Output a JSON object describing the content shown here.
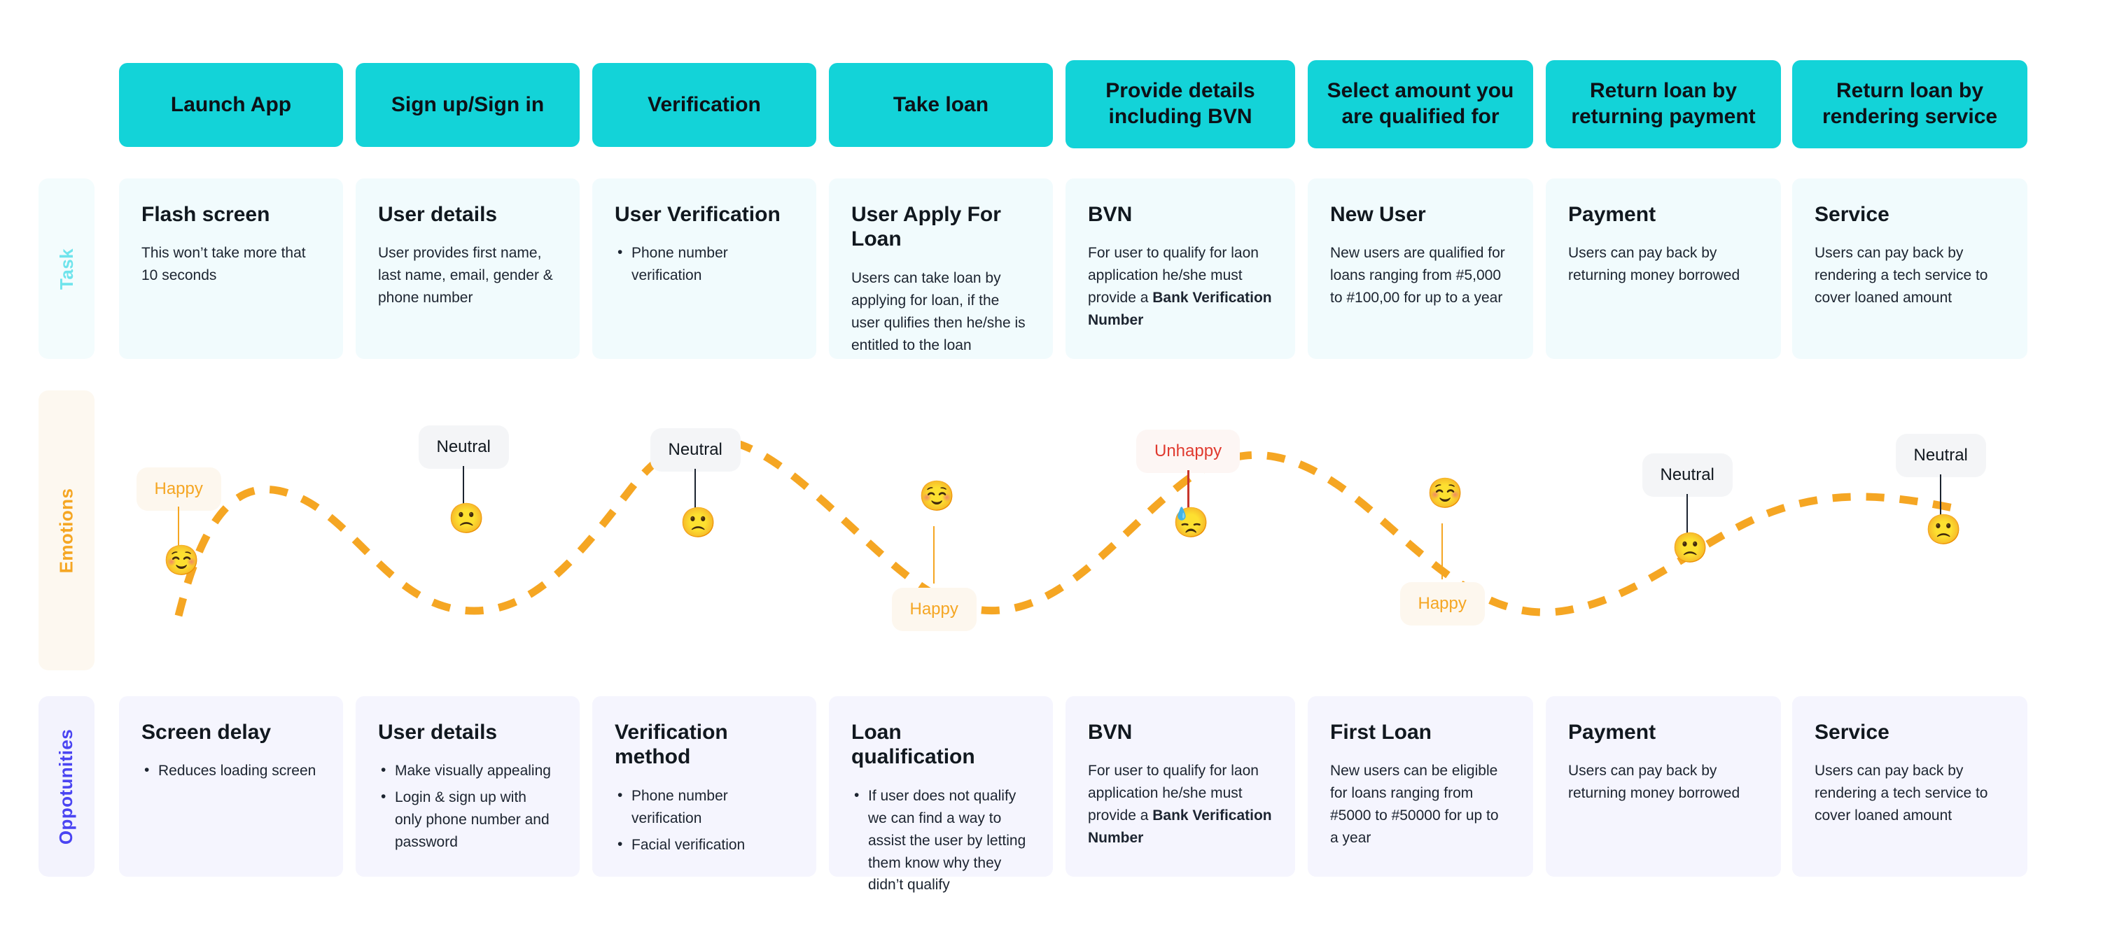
{
  "rails": {
    "task": "Task",
    "emotions": "Emotions",
    "opportunities": "Oppotunities"
  },
  "colors": {
    "stage_teal": "#13D3D8",
    "task_card_bg": "#F1FBFD",
    "opp_card_bg": "#F5F5FE",
    "emotion_curve": "#F5A623",
    "unhappy_red": "#E03A2F",
    "opp_rail_text": "#4A44F2",
    "task_rail_text": "#6FE4EC"
  },
  "stages": [
    {
      "label": "Launch App"
    },
    {
      "label": "Sign up/Sign in"
    },
    {
      "label": "Verification"
    },
    {
      "label": "Take loan"
    },
    {
      "label": "Provide details including BVN"
    },
    {
      "label": "Select amount you are qualified for"
    },
    {
      "label": "Return loan by returning payment"
    },
    {
      "label": "Return loan by rendering service"
    }
  ],
  "tasks": [
    {
      "title": "Flash screen",
      "body": "This won’t take more that 10 seconds",
      "bullets": []
    },
    {
      "title": "User details",
      "body": "User provides first name, last name, email, gender & phone number",
      "bullets": []
    },
    {
      "title": "User Verification",
      "body": "",
      "bullets": [
        "Phone number verification"
      ]
    },
    {
      "title": "User Apply For Loan",
      "body": "Users can take loan by applying for loan, if the user qulifies then he/she is entitled to the loan",
      "bullets": []
    },
    {
      "title": "BVN",
      "body_pre": "For user to qualify for laon application he/she must provide a ",
      "body_bold": "Bank Verification Number",
      "body": "",
      "bullets": []
    },
    {
      "title": "New User",
      "body": "New users are qualified for loans ranging from #5,000 to #100,00 for up to a year",
      "bullets": []
    },
    {
      "title": "Payment",
      "body": "Users can pay back by returning money borrowed",
      "bullets": []
    },
    {
      "title": "Service",
      "body": "Users can pay back by rendering a tech service to cover loaned amount",
      "bullets": []
    }
  ],
  "opportunities": [
    {
      "title": "Screen delay",
      "body": "",
      "bullets": [
        "Reduces loading screen"
      ]
    },
    {
      "title": "User details",
      "body": "",
      "bullets": [
        "Make visually appealing",
        "Login & sign up with only phone number and password"
      ]
    },
    {
      "title": "Verification method",
      "body": "",
      "bullets": [
        "Phone number verification",
        "Facial verification"
      ]
    },
    {
      "title": "Loan qualification",
      "body": "",
      "bullets": [
        "If user does not qualify we can find a way to assist the user by letting them know why they didn’t qualify"
      ]
    },
    {
      "title": "BVN",
      "body_pre": "For user to qualify for laon application he/she must provide a ",
      "body_bold": "Bank Verification Number",
      "body": "",
      "bullets": []
    },
    {
      "title": "First Loan",
      "body": "New users can be eligible for loans ranging from #5000 to #50000 for up to a year",
      "bullets": []
    },
    {
      "title": "Payment",
      "body": "Users can pay back by returning money borrowed",
      "bullets": []
    },
    {
      "title": "Service",
      "body": "Users can pay back by rendering a tech service to cover loaned amount",
      "bullets": []
    }
  ],
  "emotions": [
    {
      "stage": "Launch App",
      "label": "Happy",
      "mood": "happy",
      "emoji": "☺️",
      "label_position": "above"
    },
    {
      "stage": "Sign up/Sign in",
      "label": "Neutral",
      "mood": "neutral",
      "emoji": "🙁",
      "label_position": "above"
    },
    {
      "stage": "Verification",
      "label": "Neutral",
      "mood": "neutral",
      "emoji": "🙁",
      "label_position": "above"
    },
    {
      "stage": "Take loan",
      "label": "Happy",
      "mood": "happy",
      "emoji": "☺️",
      "label_position": "below"
    },
    {
      "stage": "Provide details including BVN",
      "label": "Unhappy",
      "mood": "unhappy",
      "emoji": "😓",
      "label_position": "above"
    },
    {
      "stage": "Select amount you are qualified for",
      "label": "Happy",
      "mood": "happy",
      "emoji": "☺️",
      "label_position": "below"
    },
    {
      "stage": "Return loan by returning payment",
      "label": "Neutral",
      "mood": "neutral",
      "emoji": "🙁",
      "label_position": "above"
    },
    {
      "stage": "Return loan by rendering service",
      "label": "Neutral",
      "mood": "neutral",
      "emoji": "🙁",
      "label_position": "above"
    }
  ],
  "chart_data": {
    "type": "line",
    "title": "Emotions",
    "categories": [
      "Launch App",
      "Sign up/Sign in",
      "Verification",
      "Take loan",
      "Provide details including BVN",
      "Select amount you are qualified for",
      "Return loan by returning payment",
      "Return loan by rendering service"
    ],
    "series": [
      {
        "name": "Emotion curve",
        "values": [
          1,
          0,
          0,
          1,
          -1,
          1,
          0,
          0
        ]
      }
    ],
    "value_labels": [
      "Happy",
      "Neutral",
      "Neutral",
      "Happy",
      "Unhappy",
      "Happy",
      "Neutral",
      "Neutral"
    ],
    "ylim": [
      -1,
      1
    ],
    "grid": false,
    "legend": "none",
    "style": "dashed-orange-sine"
  }
}
